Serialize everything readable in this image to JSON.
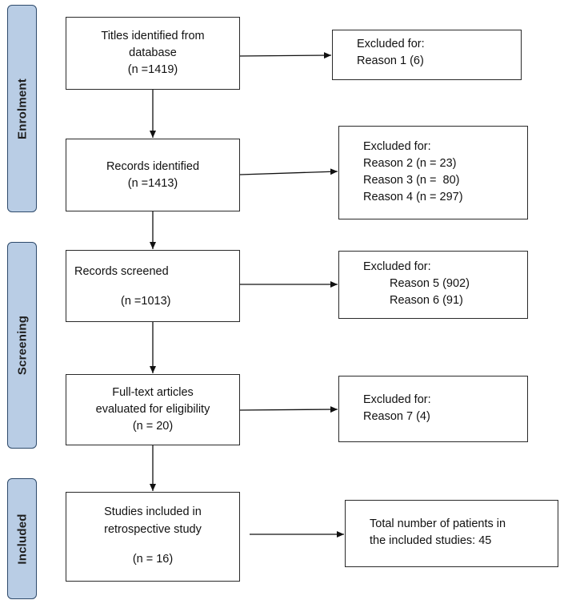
{
  "stages": {
    "enrolment": "Enrolment",
    "screening": "Screening",
    "included": "Included"
  },
  "main": {
    "titles": [
      "Titles identified from",
      "database",
      "(n =1419)"
    ],
    "records_identified": [
      "Records identified",
      "(n =1413)"
    ],
    "records_screened": [
      "Records screened",
      "(n =1013)"
    ],
    "fulltext": [
      "Full-text articles",
      "evaluated for eligibility",
      "(n = 20)"
    ],
    "studies": [
      "Studies included in",
      "retrospective study",
      "(n = 16)"
    ]
  },
  "excluded": {
    "box1": [
      "Excluded for:",
      "Reason 1 (6)"
    ],
    "box2": [
      "Excluded for:",
      "Reason 2 (n = 23)",
      "Reason 3 (n =  80)",
      "Reason 4 (n = 297)"
    ],
    "box3": [
      "Excluded for:",
      "Reason 5 (902)",
      "Reason 6 (91)"
    ],
    "box4": [
      "Excluded for:",
      "Reason 7 (4)"
    ],
    "total": [
      "Total number of patients in",
      "the included studies: 45"
    ]
  }
}
